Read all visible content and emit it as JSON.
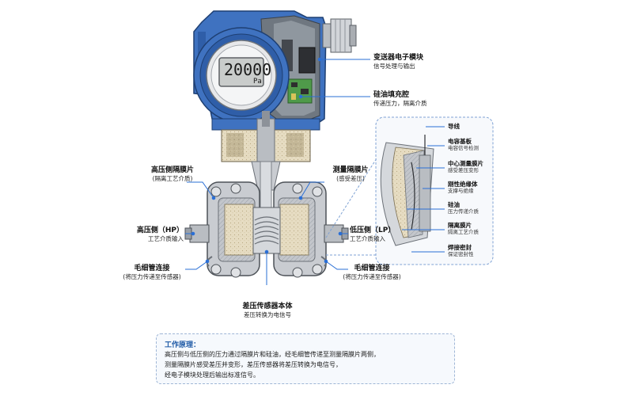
{
  "display": {
    "value": "20000",
    "unit": "Pa"
  },
  "labels": {
    "electronics": {
      "title": "变送器电子模块",
      "sub": "信号处理与输出"
    },
    "silicone_fill": {
      "title": "硅油填充腔",
      "sub": "传递压力，隔离介质"
    },
    "hp_diaphragm": {
      "title": "高压侧隔膜片",
      "sub": "(隔离工艺介质)"
    },
    "measuring_diaphragm": {
      "title": "测量隔膜片",
      "sub": "(感受差压)"
    },
    "hp_side": {
      "title": "高压侧（HP）",
      "sub": "工艺介质输入"
    },
    "lp_side": {
      "title": "低压侧（LP）",
      "sub": "工艺介质输入"
    },
    "capillary_left": {
      "title": "毛细管连接",
      "sub": "(将压力传递至传感器)"
    },
    "capillary_right": {
      "title": "毛细管连接",
      "sub": "(将压力传递至传感器)"
    },
    "sensor_body": {
      "title": "差压传感器本体",
      "sub": "差压转换为电信号"
    }
  },
  "detail": {
    "items": [
      {
        "title": "导线",
        "sub": ""
      },
      {
        "title": "电容基板",
        "sub": "电容信号检测"
      },
      {
        "title": "中心测量膜片",
        "sub": "感受差压变形"
      },
      {
        "title": "刚性绝缘体",
        "sub": "支撑与绝缘"
      },
      {
        "title": "硅油",
        "sub": "压力传递介质"
      },
      {
        "title": "隔离膜片",
        "sub": "隔离工艺介质"
      },
      {
        "title": "焊接密封",
        "sub": "保证密封性"
      }
    ]
  },
  "principle": {
    "title": "工作原理：",
    "lines": [
      "高压侧与低压侧的压力通过隔膜片和硅油，经毛细管传递至测量隔膜片两侧，",
      "测量隔膜片感受差压并变形，差压传感器将差压转换为电信号，",
      "经电子模块处理后输出标准信号。"
    ]
  },
  "colors": {
    "housing_blue": "#3f72c0",
    "housing_dark": "#26508f",
    "steel": "#c9ccd1",
    "steel_dark": "#8d9299",
    "beige": "#e3d6b4",
    "leader": "#2a6fd6",
    "green_pcb": "#4f9a4a"
  }
}
